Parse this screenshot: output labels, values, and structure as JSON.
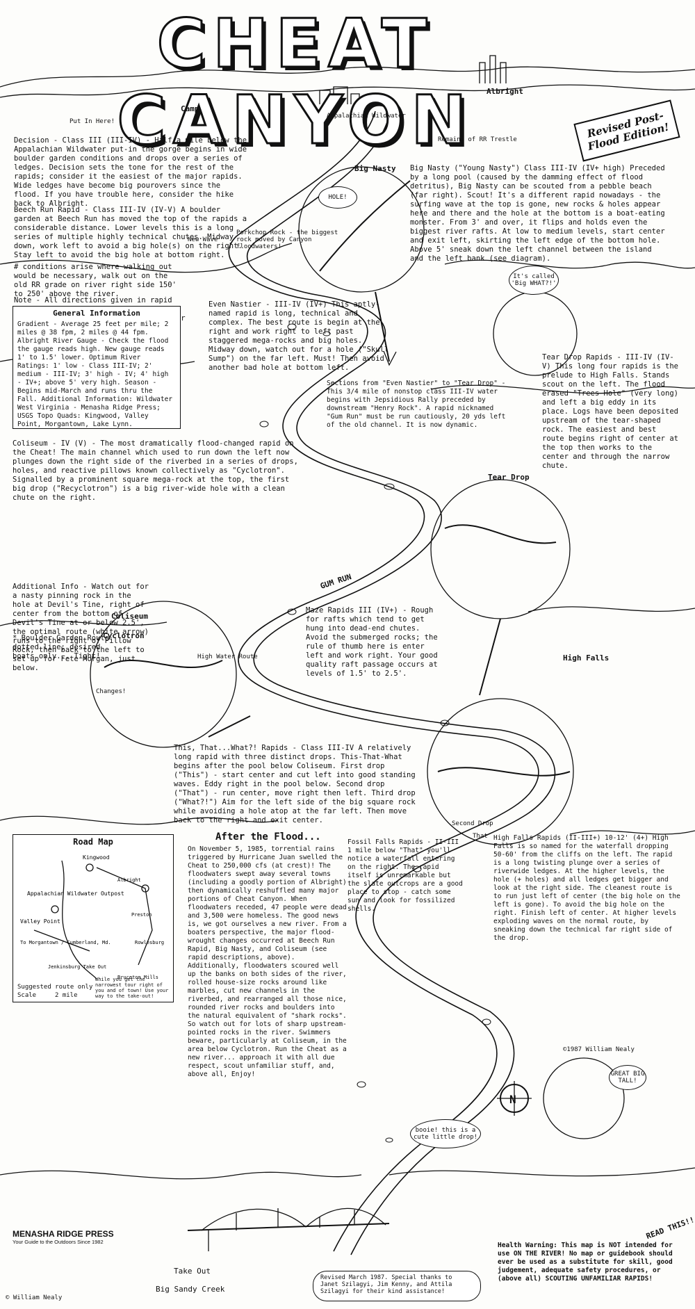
{
  "title": "CHEAT CANYON",
  "stamp": "Revised Post-Flood Edition!",
  "places": {
    "albright": "Albright",
    "camp": "Camp",
    "put_in": "Put In Here!",
    "appalachian": "Appalachian Wildwater",
    "remains": "Remains of RR Trestle",
    "big_nasty": "Big Nasty",
    "hole": "HOLE!",
    "pork_chop": "Porkchop Rock - the biggest rock moved by Canyon floodwaters!",
    "new_wave": "New Wave",
    "even_nastier": "Even Nastier",
    "coliseum": "Coliseum",
    "cyclotron": "Cyclotron",
    "tear_drop": "Tear Drop",
    "gum_run": "GUM RUN",
    "high_falls": "High Falls",
    "second_drop": "Second Drop",
    "that": "That",
    "take_out": "Take Out",
    "big_sandy": "Big Sandy Creek",
    "changes": "Changes!",
    "high_water_route": "High Water Route",
    "maze": "Maze"
  },
  "texts": {
    "decision": "Decision - Class III (III-IV) - Half a mile below the Appalachian Wildwater put-in the gorge begins in wide boulder garden conditions and drops over a series of ledges. Decision sets the tone for the rest of the rapids; consider it the easiest of the major rapids. Wide ledges have become big pourovers since the flood. If you have trouble here, consider the hike back to Albright.",
    "beech_run": "Beech Run Rapid - Class III-IV (IV-V) A boulder garden at Beech Run has moved the top of the rapids a considerable distance. Lower levels this is a long series of multiple highly technical chutes. Midway down, work left to avoid a big hole(s) on the right. Stay left to avoid the big hole at bottom right.",
    "conditions": "# conditions arise where walking out would be necessary, walk out on the old RR grade on river right side 150' to 250' above the river.",
    "note": "Note - All directions given in rapid descriptions refer to \"river right\" or \"river left\", that is, on your right or left facing downstream.",
    "general_title": "General Information",
    "general": "Gradient - Average 25 feet per mile; 2 miles @ 38 fpm, 2 miles @ 44 fpm. Albright River Gauge - Check the flood the gauge reads high. New gauge reads 1' to 1.5' lower. Optimum River Ratings: 1' low - Class III-IV; 2' medium - III-IV; 3' high - IV; 4' high - IV+; above 5' very high. Season - Begins mid-March and runs thru the Fall. Additional Information: Wildwater West Virginia - Menasha Ridge Press; USGS Topo Quads: Kingwood, Valley Point, Morgantown, Lake Lynn.",
    "coliseum": "Coliseum - IV (V) - The most dramatically flood-changed rapid on the Cheat! The main channel which used to run down the left now plunges down the right side of the riverbed in a series of drops, holes, and reactive pillows known collectively as \"Cyclotron\". Signalled by a prominent square mega-rock at the top, the first big drop (\"Recyclotron\") is a big river-wide hole with a clean chute on the right.",
    "additional": "Additional Info - Watch out for a nasty pinning rock in the hole at Devil's Tine, right of center from the bottom of Devil's Tine at or below 2.5', the optimal route (white arrow) runs to the right of Pillow Rock, then back to the left to set up for Fete Morgan, just below.",
    "boulder": "* Boulder Garden Route dotted line; desired boats only... Tight!",
    "big_nasty": "Big Nasty (\"Young Nasty\") Class III-IV (IV+ high) Preceded by a long pool (caused by the damming effect of flood detritus), Big Nasty can be scouted from a pebble beach (far right). Scout! It's a different rapid nowadays - the surfing wave at the top is gone, new rocks & holes appear here and there and the hole at the bottom is a boat-eating monster. From 3' and over, it flips and holds even the biggest river rafts. At low to medium levels, start center and exit left, skirting the left edge of the bottom hole. Above 5' sneak down the left channel between the island and the left bank (see diagram).",
    "even_nastier": "Even Nastier - III-IV (IV+) This aptly-named rapid is long, technical and complex. The best route is begin at the right and work right to left past staggered mega-rocks and big holes. Midway down, watch out for a hole (\"Skull Sump\") on the far left. Must! Then avoid another bad hole at bottom left.",
    "sections": "Sections from \"Even Nastier\" to \"Tear Drop\" - This 3/4 mile of nonstop class III-IV water begins with Jepsidious Rally preceded by downstream \"Henry Rock\". A rapid nicknamed \"Gum Run\" must be run cautiously, 20 yds left of the old channel. It is now dynamic.",
    "tear_drop": "Tear Drop Rapids - III-IV (IV-V) This long four rapids is the prelude to High Falls. Stands scout on the left. The flood erased \"Trees Hole\" (very long) and left a big eddy in its place. Logs have been deposited upstream of the tear-shaped rock. The easiest and best route begins right of center at the top then works to the center and through the narrow chute.",
    "maze": "Maze Rapids III (IV+) - Rough for rafts which tend to get hung into dead-end chutes. Avoid the submerged rocks; the rule of thumb here is enter left and work right. Your good quality raft passage occurs at levels of 1.5' to 2.5'.",
    "this_that": "This, That...What?! Rapids - Class III-IV A relatively long rapid with three distinct drops. This-That-What begins after the pool below Coliseum. First drop (\"This\") - start center and cut left into good standing waves. Eddy right in the pool below. Second drop (\"That\") - run center, move right then left. Third drop (\"What?!\") Aim for the left side of the big square rock while avoiding a hole atop at the far left. Then move back to the right and exit center.",
    "after_title": "After the Flood...",
    "after": "On November 5, 1985, torrential rains triggered by Hurricane Juan swelled the Cheat to 250,000 cfs (at crest)! The floodwaters swept away several towns (including a goodly portion of Albright) then dynamically reshuffled many major portions of Cheat Canyon. When floodwaters receded, 47 people were dead and 3,500 were homeless. The good news is, we got ourselves a new river. From a boaters perspective, the major flood-wrought changes occurred at Beech Run Rapid, Big Nasty, and Coliseum (see rapid descriptions, above). Additionally, floodwaters scoured well up the banks on both sides of the river, rolled house-size rocks around like marbles, cut new channels in the riverbed, and rearranged all those nice, rounded river rocks and boulders into the natural equivalent of \"shark rocks\". So watch out for lots of sharp upstream-pointed rocks in the river. Swimmers beware, particularly at Coliseum, in the area below Cyclotron. Run the Cheat as a new river... approach it with all due respect, scout unfamiliar stuff, and, above all, Enjoy!",
    "fossil": "Fossil Falls Rapids - II-III 1 mile below \"That\" you'll notice a waterfall entering on the right. The rapid itself is unremarkable but the slate outcrops are a good place to stop - catch some sun and look for fossilized shells.",
    "high_falls": "High Falls Rapids (II-III+) 10-12' (4+) High Falls is so named for the waterfall dropping 50-60' from the cliffs on the left. The rapid is a long twisting plunge over a series of riverwide ledges. At the higher levels, the hole (+ holes) and all ledges get bigger and look at the right side. The cleanest route is to run just left of center (the big hole on the left is gone). To avoid the big hole on the right. Finish left of center. At higher levels exploding waves on the normal route, by sneaking down the technical far right side of the drop.",
    "health": "Health Warning: This map is NOT intended for use ON THE RIVER! No map or guidebook should ever be used as a substitute for skill, good judgement, adequate safety procedures, or (above all) SCOUTING UNFAMILIAR RAPIDS!",
    "read_this": "READ THIS!!",
    "revised": "Revised March 1987. Special thanks to Janet Szilagyi, Jim Kenny, and Attila Szilagyi for their kind assistance!",
    "copyright": "©1987 William Nealy"
  },
  "road_map": {
    "title": "Road Map",
    "places": [
      "Kingwood",
      "Appalachian Wildwater Outpost",
      "Valley Point",
      "To Morgantown / Cumberland, Md.",
      "Jenkinsburg Take Out",
      "Bruceton Mills",
      "Rowlesburg",
      "Albright",
      "Preston"
    ],
    "suggested": "Suggested route only",
    "scale": "Scale",
    "scale_value": "2 mile",
    "note": "While you get the narrowest tour right of you and of town! Use your way to the take-out!"
  },
  "speech": {
    "called": "It's called 'Big WHAT?!'",
    "great": "GREAT BIG TALL!",
    "gooey": "booie! this is a cute little drop!"
  },
  "publisher": {
    "name": "MENASHA RIDGE PRESS",
    "tagline": "Your Guide to the Outdoors Since 1982"
  },
  "compass": "N",
  "signature": "© William Nealy"
}
